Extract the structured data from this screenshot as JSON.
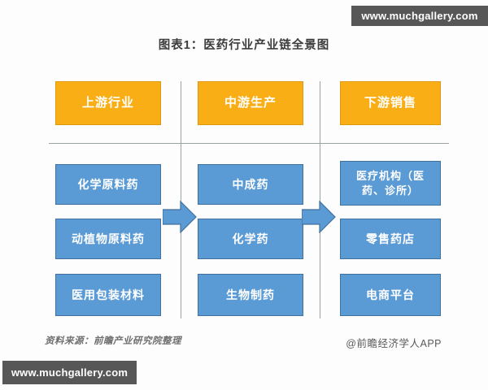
{
  "page": {
    "title": "图表1：医药行业产业链全景图",
    "watermark_top": "www.muchgallery.com",
    "watermark_bottom": "www.muchgallery.com",
    "source_note": "资料来源：前瞻产业研究院整理",
    "credit": "@前瞻经济学人APP"
  },
  "colors": {
    "header_fill": "#F8AE14",
    "header_border": "#DD9A0E",
    "box_fill": "#5B9BD5",
    "box_border": "#41719C",
    "watermark_bar_bg": "#575757",
    "divider_line": "#9AA3A3"
  },
  "diagram": {
    "columns": [
      {
        "header": "上游行业",
        "items": [
          "化学原料药",
          "动植物原料药",
          "医用包装材料"
        ]
      },
      {
        "header": "中游生产",
        "items": [
          "中成药",
          "化学药",
          "生物制药"
        ]
      },
      {
        "header": "下游销售",
        "items": [
          "医疗机构（医药、诊所）",
          "零售药店",
          "电商平台"
        ]
      }
    ]
  }
}
